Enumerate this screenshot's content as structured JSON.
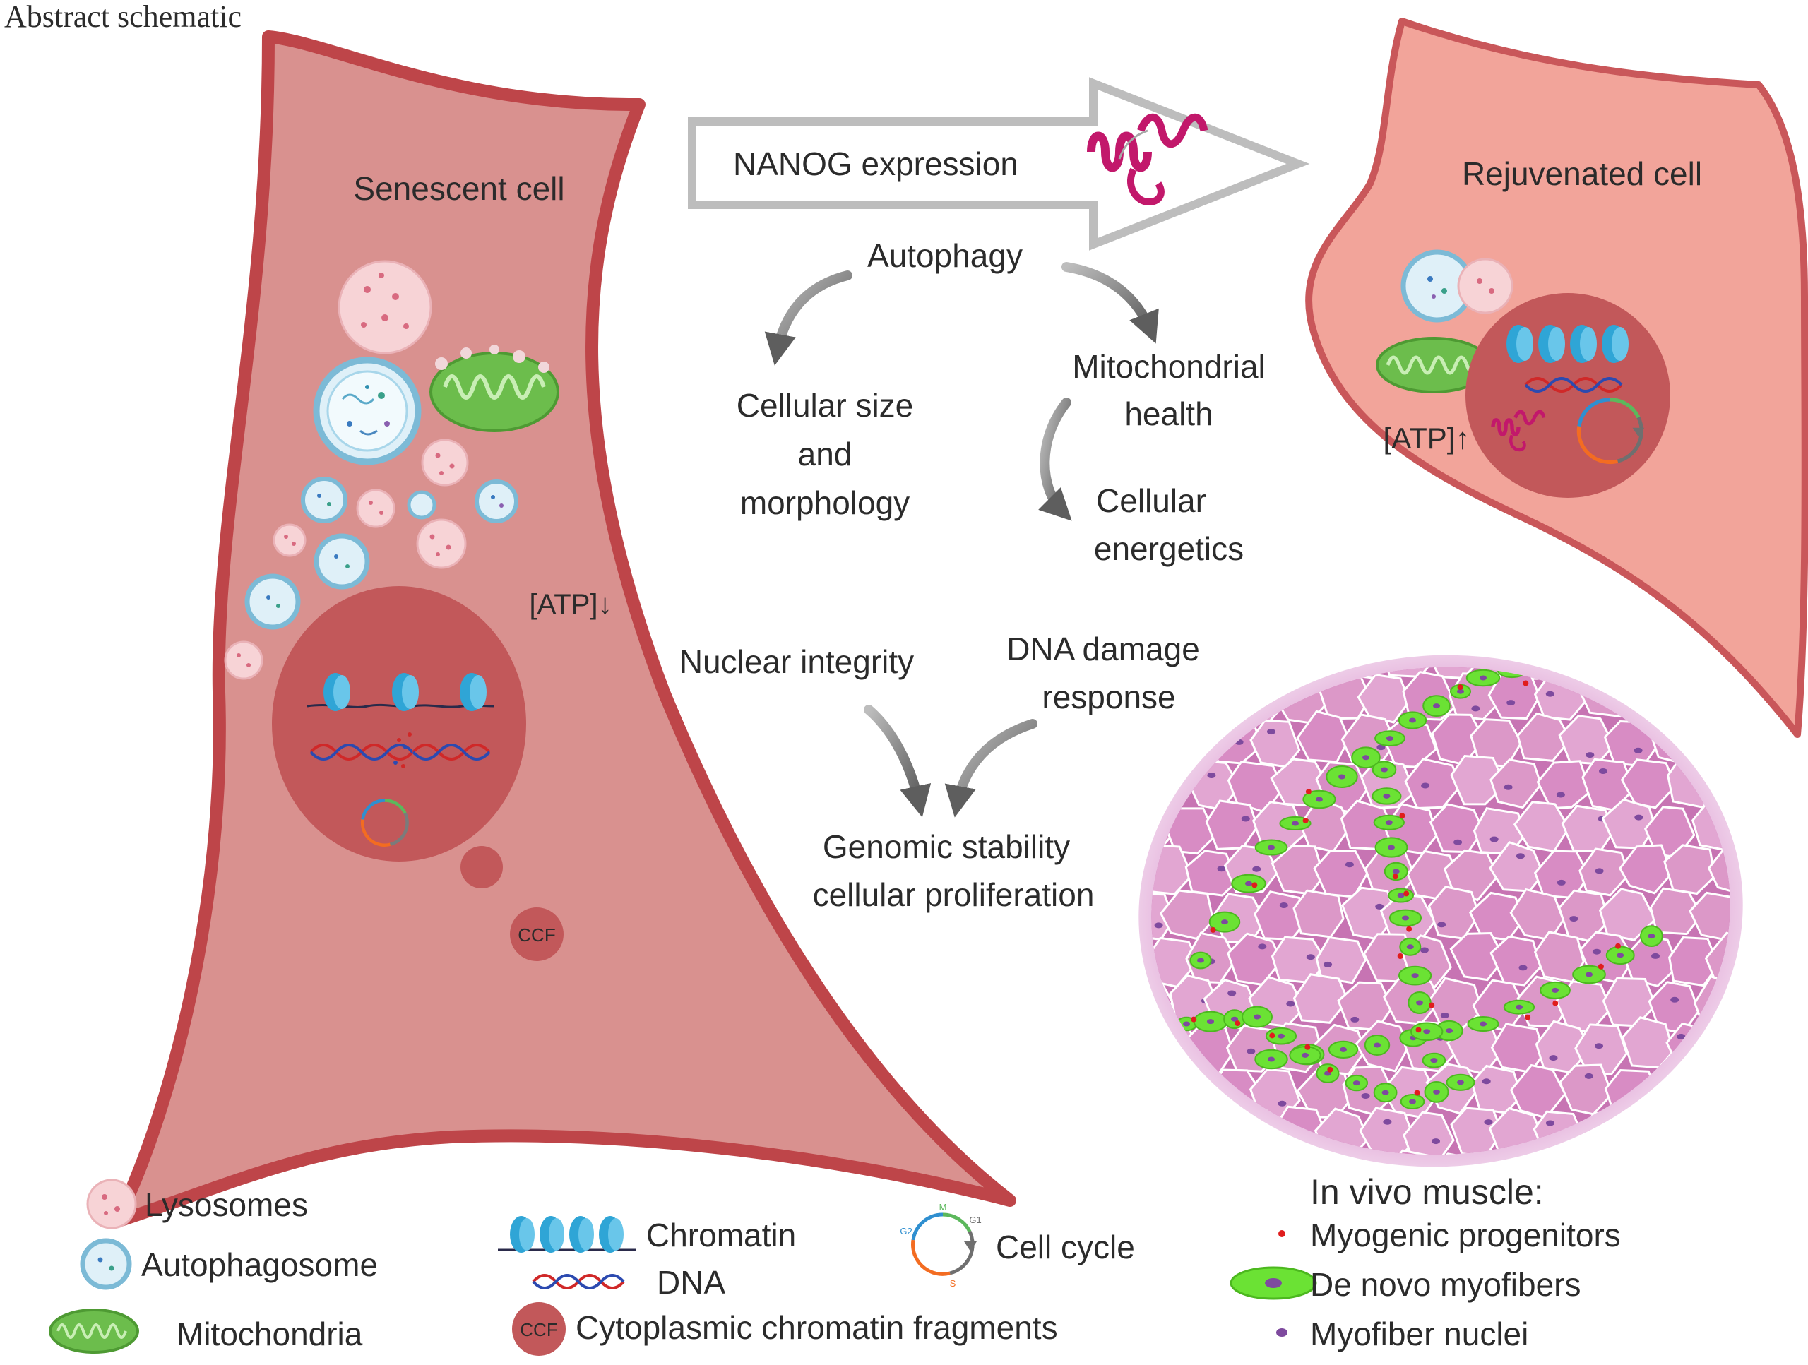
{
  "figure_title": "Abstract schematic",
  "senescent": {
    "label": "Senescent cell",
    "atp": "[ATP]↓",
    "ccf": "CCF"
  },
  "arrow_label": "NANOG expression",
  "rejuvenated": {
    "label": "Rejuvenated cell",
    "atp": "[ATP]↑"
  },
  "flow": {
    "autophagy": "Autophagy",
    "size_1": "Cellular size",
    "size_2": "and",
    "size_3": "morphology",
    "mito_1": "Mitochondrial",
    "mito_2": "health",
    "energy_1": "Cellular",
    "energy_2": "energetics",
    "nuclear": "Nuclear integrity",
    "dna_1": "DNA damage",
    "dna_2": "response",
    "genomic_1": "Genomic stability",
    "genomic_2": "cellular proliferation"
  },
  "legend": {
    "lysosomes": "Lysosomes",
    "autophagosome": "Autophagosome",
    "mitochondria": "Mitochondria",
    "chromatin": "Chromatin",
    "dna": "DNA",
    "ccf_badge": "CCF",
    "ccf": "Cytoplasmic chromatin fragments",
    "cellcycle": "Cell cycle"
  },
  "muscle_legend": {
    "title": "In vivo muscle:",
    "progenitors": "Myogenic progenitors",
    "myofibers": "De novo myofibers",
    "nuclei": "Myofiber nuclei"
  },
  "cell_cycle_phases": [
    "M",
    "G1",
    "S",
    "G2"
  ],
  "colors": {
    "senescent_fill": "#d9918f",
    "senescent_edge": "#be4549",
    "rejuvenated_fill": "#f2a49a",
    "rejuvenated_edge": "#c9575a",
    "nucleus": "#c2585a",
    "lysosome": "#f7d3d6",
    "autophagosome_edge": "#7cbad6",
    "mitochondria": "#6cbd4c",
    "chromatin": "#2fa5d6",
    "dna_red": "#d02828",
    "dna_blue": "#2c4ab0",
    "nanog_protein": "#c2186b",
    "muscle_fiber": "#dc98c8",
    "muscle_border": "#ffffff",
    "myofiber_green": "#6be234",
    "progenitor_red": "#e01d1d",
    "nucleus_purple": "#7e4a9e",
    "flow_arrow": "#6d6d6d"
  }
}
